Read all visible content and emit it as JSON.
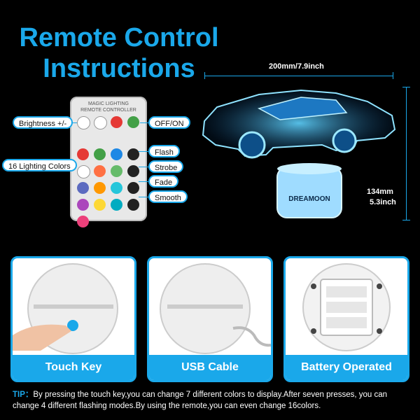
{
  "title": {
    "line1": "Remote Control",
    "line2": "Instructions"
  },
  "remote": {
    "header": "MAGIC LIGHTING\nREMOTE CONTROLLER",
    "labels": {
      "brightness": "Brightness +/-",
      "off_on": "OFF/ON",
      "colors": "16 Lighting Colors",
      "flash": "Flash",
      "strobe": "Strobe",
      "fade": "Fade",
      "smooth": "Smooth"
    },
    "colors": [
      "#e53935",
      "#43a047",
      "#1e88e5",
      "#ffffff",
      "#ff7043",
      "#66bb6a",
      "#5c6bc0",
      "#ff9800",
      "#26c6da",
      "#ab47bc",
      "#fdd835",
      "#00acc1",
      "#ec407a"
    ]
  },
  "lamp": {
    "brand": "DREAMOON",
    "width_label": "200mm/7.9inch",
    "height_mm": "134mm",
    "height_in": "5.3inch"
  },
  "panels": [
    {
      "caption": "Touch Key"
    },
    {
      "caption": "USB Cable"
    },
    {
      "caption": "Battery Operated"
    }
  ],
  "tip": {
    "prefix": "TIP：",
    "text": "By pressing the touch key,you can change 7 different colors to display.After seven presses, you can change 4 different flashing modes.By using the remote,you can even change 16colors."
  },
  "accent": "#1aa8ea"
}
